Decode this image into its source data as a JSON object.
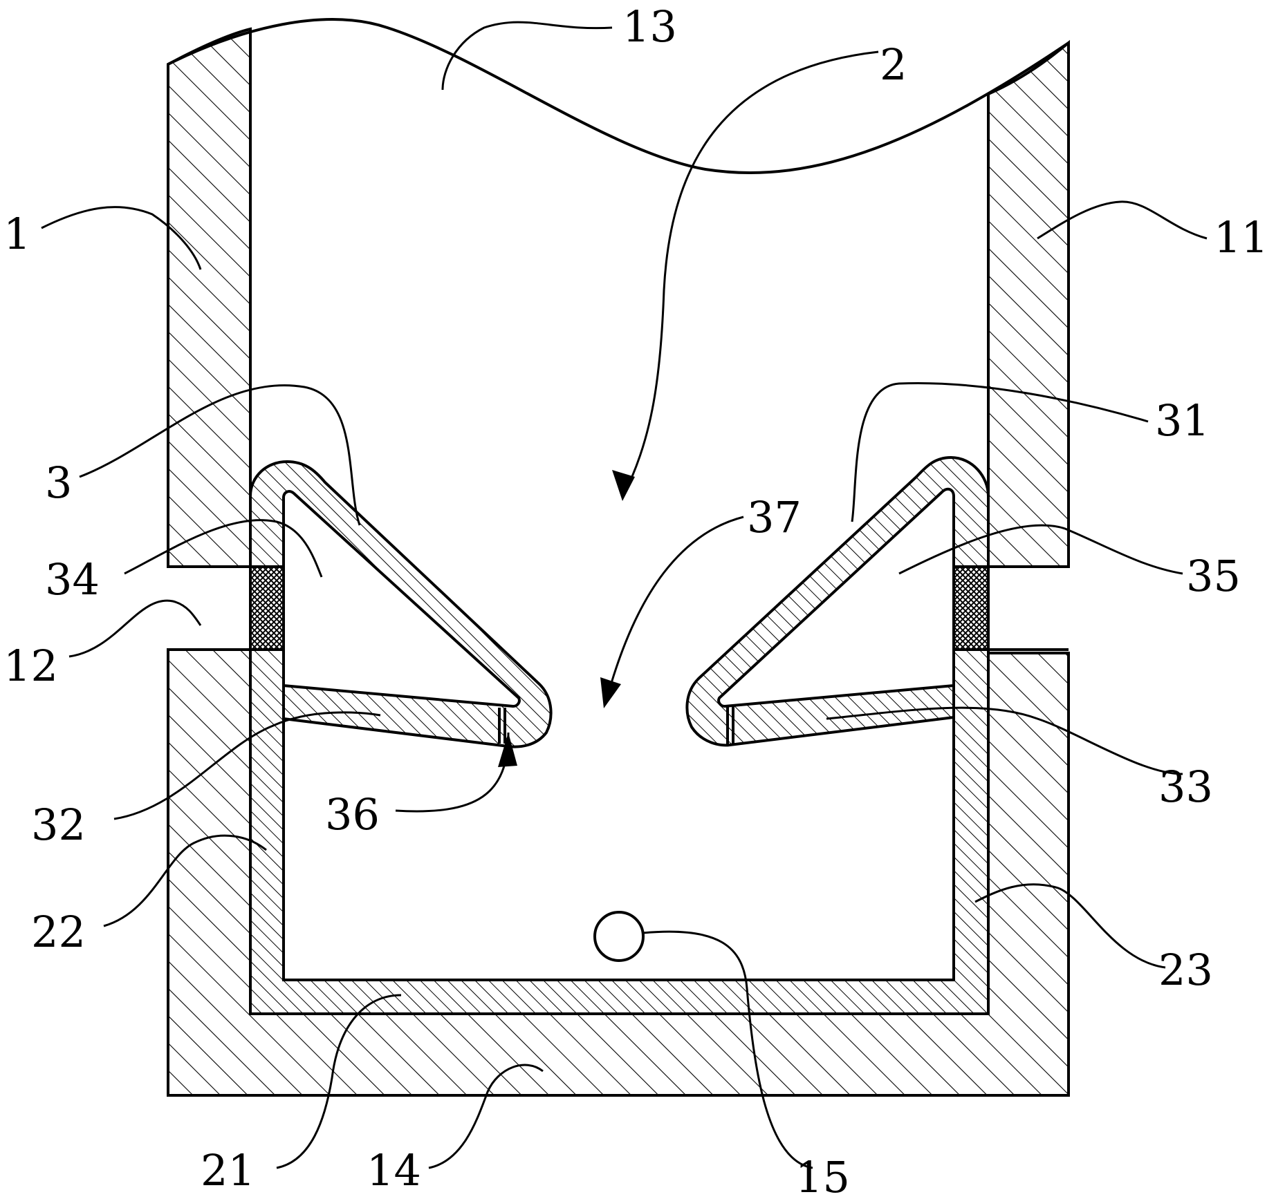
{
  "figure": {
    "colors": {
      "line": "#000000",
      "background": "#ffffff"
    },
    "reference_numerals": {
      "n1": "1",
      "n2": "2",
      "n3": "3",
      "n11": "11",
      "n12": "12",
      "n13": "13",
      "n14": "14",
      "n15": "15",
      "n21": "21",
      "n22": "22",
      "n23": "23",
      "n31": "31",
      "n32": "32",
      "n33": "33",
      "n34": "34",
      "n35": "35",
      "n36": "36",
      "n37": "37"
    }
  }
}
